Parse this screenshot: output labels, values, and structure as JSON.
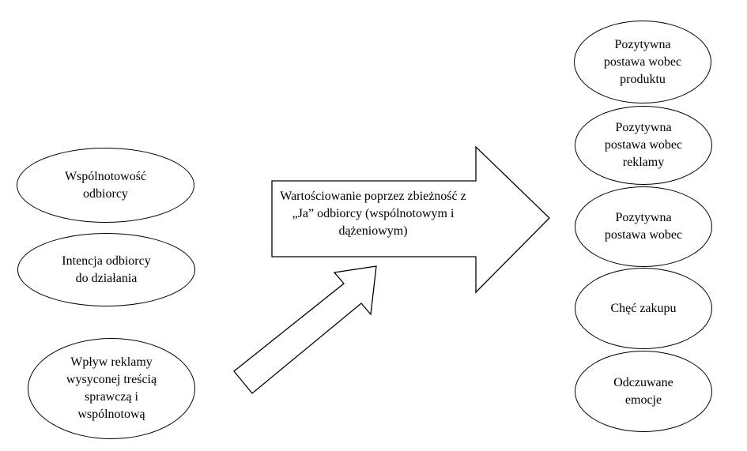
{
  "diagram": {
    "colors": {
      "stroke": "#000000",
      "fill": "#ffffff",
      "text": "#000000"
    },
    "left_nodes": [
      {
        "label": "Wspólnotowość\nodbiorcy"
      },
      {
        "label": "Intencja odbiorcy\ndo działania"
      },
      {
        "label": "Wpływ reklamy\nwysyconej treścią\nsprawczą i\nwspólnotową"
      }
    ],
    "central_arrow": {
      "label": "Wartościowanie poprzez zbieżność z\n„Ja” odbiorcy (wspólnotowym i\ndążeniowym)"
    },
    "right_nodes": [
      {
        "label": "Pozytywna\npostawa wobec\nproduktu"
      },
      {
        "label": "Pozytywna\npostawa wobec\nreklamy"
      },
      {
        "label": "Pozytywna\npostawa wobec"
      },
      {
        "label": "Chęć zakupu"
      },
      {
        "label": "Odczuwane\nemocje"
      }
    ]
  }
}
